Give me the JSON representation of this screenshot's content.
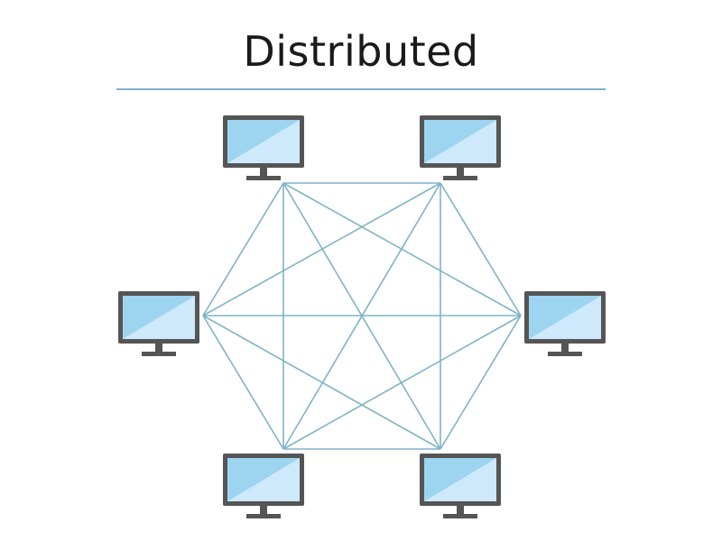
{
  "title": "Distributed",
  "colors": {
    "title": "#1a1a1a",
    "rule": "#7fb3c7",
    "connection_line": "#7fb3c7",
    "monitor_frame": "#555555",
    "screen_light": "#cde9fb",
    "screen_dark": "#9dd4f0"
  },
  "nodes": [
    {
      "id": "top-left",
      "icon": "monitor-icon"
    },
    {
      "id": "top-right",
      "icon": "monitor-icon"
    },
    {
      "id": "left",
      "icon": "monitor-icon"
    },
    {
      "id": "right",
      "icon": "monitor-icon"
    },
    {
      "id": "bottom-left",
      "icon": "monitor-icon"
    },
    {
      "id": "bottom-right",
      "icon": "monitor-icon"
    }
  ],
  "edges": "fully-connected"
}
